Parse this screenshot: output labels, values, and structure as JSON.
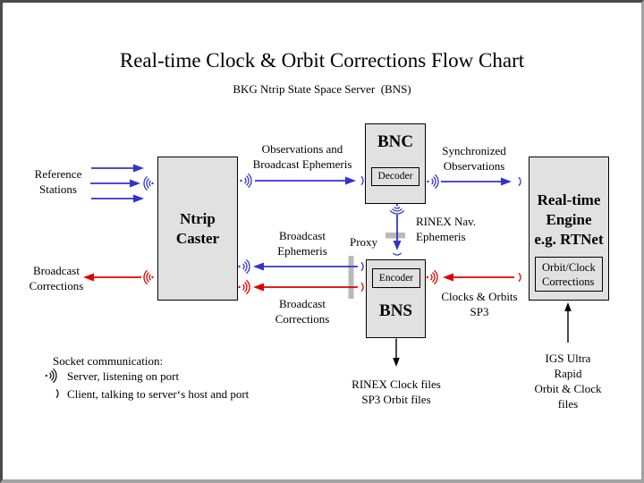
{
  "title": "Real-time Clock & Orbit Corrections Flow Chart",
  "subtitle": "BKG Ntrip State Space Server  (BNS)",
  "nodes": {
    "ntrip_caster": "Ntrip\nCaster",
    "bnc": "BNC",
    "decoder": "Decoder",
    "bns": "BNS",
    "encoder": "Encoder",
    "engine": "Real-time\nEngine\ne.g. RTNet",
    "orbit_clock": "Orbit/Clock\nCorrections"
  },
  "labels": {
    "reference_stations": "Reference\nStations",
    "broadcast_corrections_left": "Broadcast\nCorrections",
    "observations_ephemeris": "Observations and\nBroadcast Ephemeris",
    "synchronized_observations": "Synchronized\nObservations",
    "broadcast_ephemeris": "Broadcast\nEphemeris",
    "broadcast_corrections_mid": "Broadcast\nCorrections",
    "proxy": "Proxy",
    "rinex_nav_ephemeris": "RINEX Nav.\nEphemeris",
    "clocks_orbits_sp3": "Clocks & Orbits\nSP3",
    "rinex_clock_sp3_files": "RINEX Clock files\nSP3 Orbit files",
    "igs_ultra_rapid": "IGS Ultra Rapid\nOrbit & Clock files"
  },
  "legend": {
    "title": "Socket communication:",
    "server": "Server, listening on port",
    "client": "Client, talking to server‘s host and port"
  },
  "colors": {
    "blue": "#3333cc",
    "red": "#dd0000",
    "box_fill": "#e1e1e1",
    "proxy_bar": "#b9b9b9"
  }
}
